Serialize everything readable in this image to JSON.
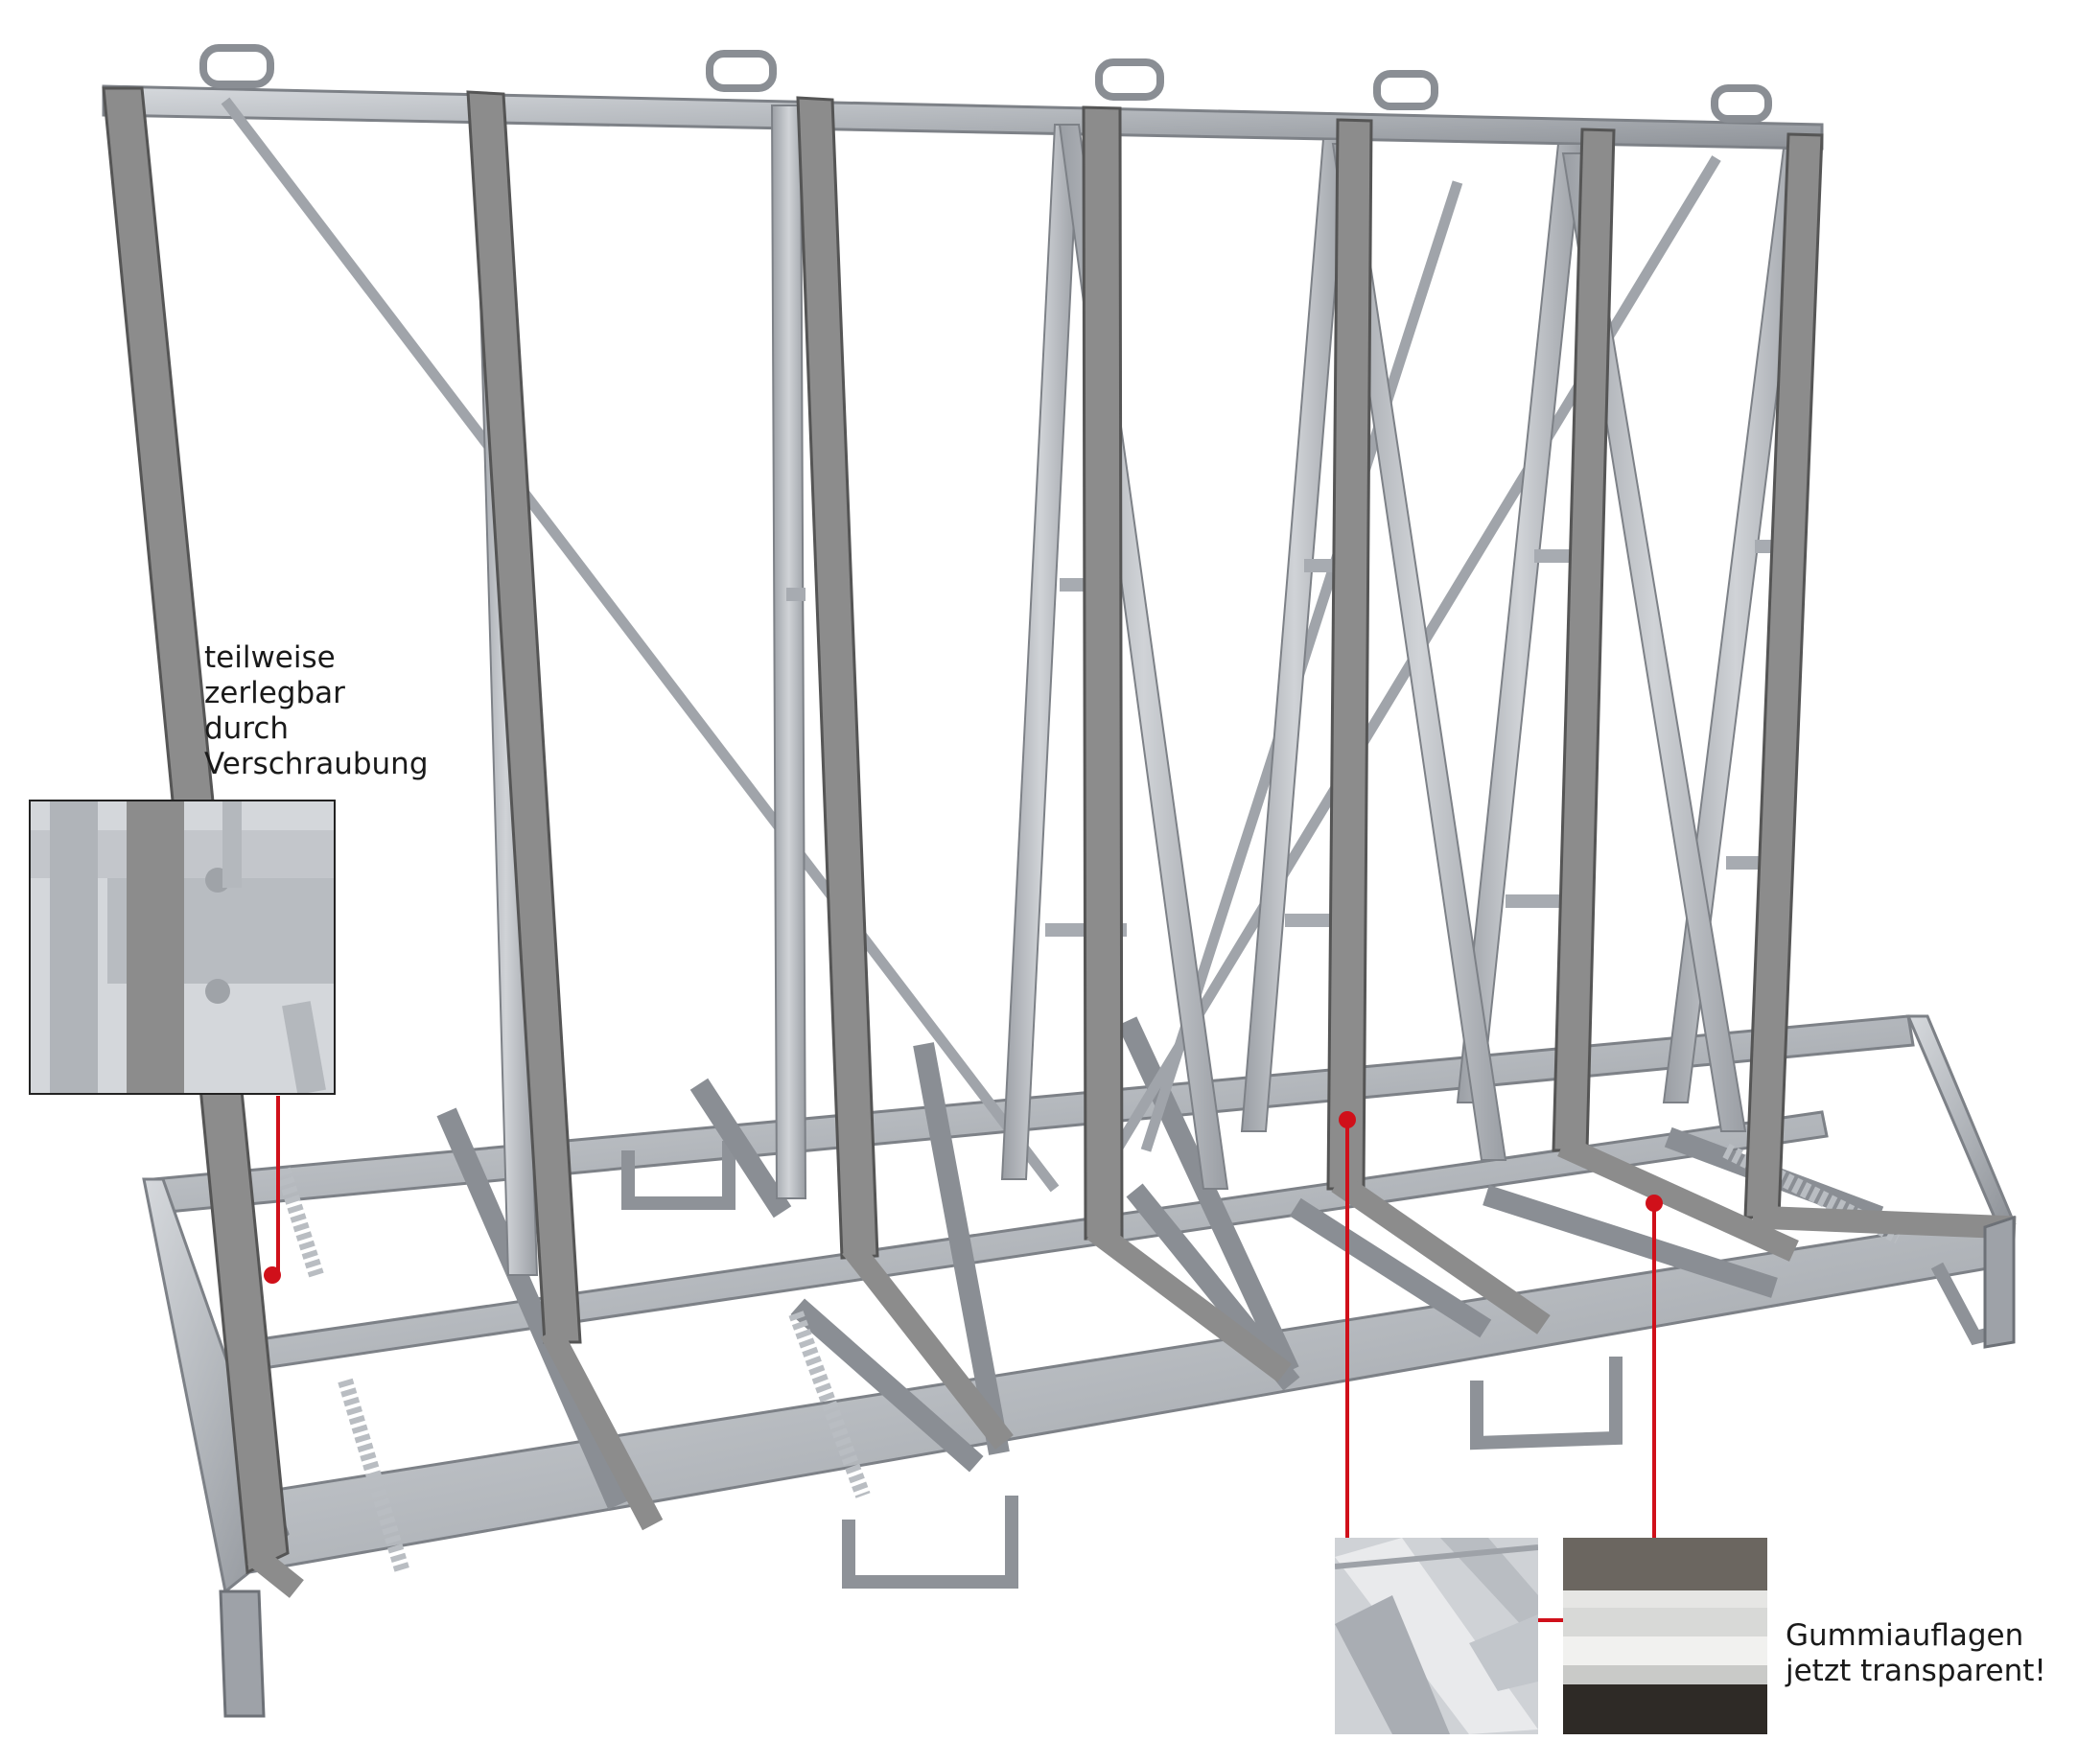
{
  "annotations": {
    "disassembly": {
      "lines": [
        "teilweise",
        "zerlegbar",
        "durch",
        "Verschraubung"
      ]
    },
    "rubber_pads": {
      "lines": [
        "Gummiauflagen",
        "jetzt transparent!"
      ]
    }
  },
  "colors": {
    "marker": "#d0101a",
    "post": "#8a8a8a",
    "steel_light": "#c9ccd0",
    "steel_mid": "#a7abb1",
    "steel_dark": "#7d8187"
  },
  "icons": {
    "marker_dot": "red-dot",
    "callout": "leader-line"
  }
}
